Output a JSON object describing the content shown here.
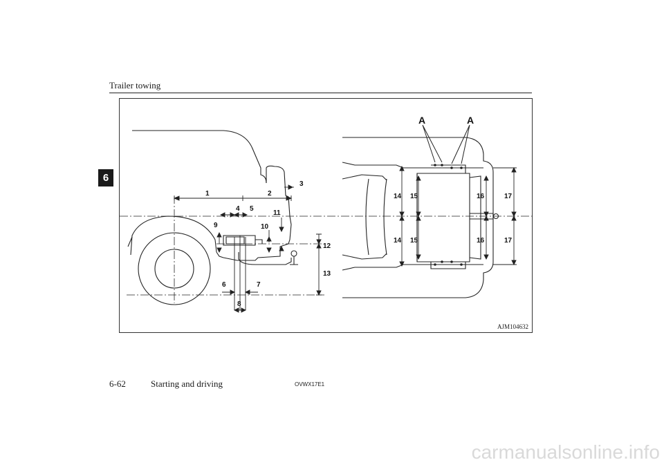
{
  "header": {
    "section_title": "Trailer towing",
    "chapter_number": "6"
  },
  "figure": {
    "id": "AJM104632",
    "callouts": [
      "1",
      "2",
      "3",
      "4",
      "5",
      "6",
      "7",
      "8",
      "9",
      "10",
      "11",
      "12",
      "13",
      "14",
      "15",
      "16",
      "17"
    ],
    "reference_labels": [
      "A",
      "A"
    ],
    "callouts_repeated": [
      "14",
      "15",
      "16",
      "17"
    ]
  },
  "footer": {
    "page_number": "6-62",
    "section": "Starting and driving",
    "code": "OVWX17E1"
  },
  "watermark": {
    "text": "carmanualsonline.info"
  }
}
